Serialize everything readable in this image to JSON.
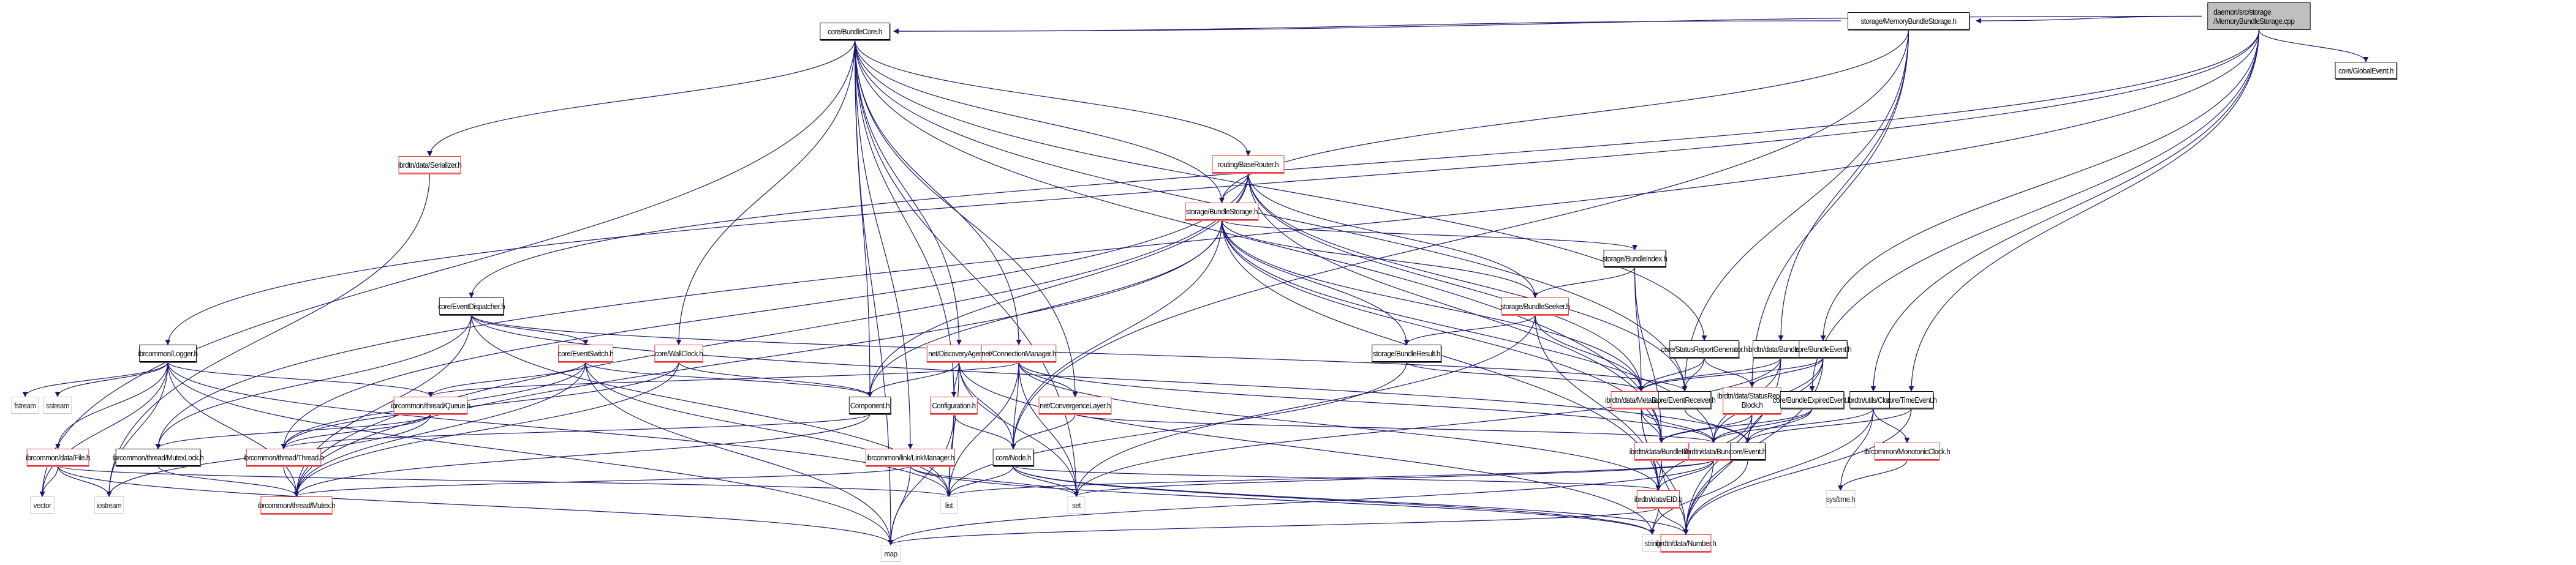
{
  "graph": {
    "title": "daemon/src/storage/MemoryBundleStorage.cpp include dependency graph",
    "edge_color": "#191970",
    "style_colors": {
      "root_fill": "#bfbfbf",
      "documented_border": "#000000",
      "undocumented_border": "#e0302f",
      "system_border": "#c8c8c8"
    },
    "nodes": [
      {
        "id": "root",
        "label": "daemon/src/storage\n/MemoryBundleStorage.cpp",
        "style": "root"
      },
      {
        "id": "mbs",
        "label": "storage/MemoryBundleStorage.h",
        "style": "black"
      },
      {
        "id": "core",
        "label": "core/BundleCore.h",
        "style": "black"
      },
      {
        "id": "globalevent",
        "label": "core/GlobalEvent.h",
        "style": "black"
      },
      {
        "id": "router",
        "label": "routing/BaseRouter.h",
        "style": "red"
      },
      {
        "id": "serializer",
        "label": "ibrdtn/data/Serializer.h",
        "style": "red"
      },
      {
        "id": "bstorage",
        "label": "storage/BundleStorage.h",
        "style": "red"
      },
      {
        "id": "dispatcher",
        "label": "core/EventDispatcher.h",
        "style": "black"
      },
      {
        "id": "bindex",
        "label": "storage/BundleIndex.h",
        "style": "black"
      },
      {
        "id": "bseeker",
        "label": "storage/BundleSeeker.h",
        "style": "red"
      },
      {
        "id": "logger",
        "label": "ibrcommon/Logger.h",
        "style": "black"
      },
      {
        "id": "evswitch",
        "label": "core/EventSwitch.h",
        "style": "red"
      },
      {
        "id": "wallclock",
        "label": "core/WallClock.h",
        "style": "red"
      },
      {
        "id": "discovery",
        "label": "net/DiscoveryAgent.h",
        "style": "red"
      },
      {
        "id": "connmgr",
        "label": "net/ConnectionManager.h",
        "style": "red"
      },
      {
        "id": "bresult",
        "label": "storage/BundleResult.h",
        "style": "black"
      },
      {
        "id": "srgen",
        "label": "core/StatusReportGenerator.h",
        "style": "black"
      },
      {
        "id": "blist",
        "label": "ibrdtn/data/BundleList.h",
        "style": "black"
      },
      {
        "id": "bevent",
        "label": "core/BundleEvent.h",
        "style": "black"
      },
      {
        "id": "fstream",
        "label": "fstream",
        "style": "gray"
      },
      {
        "id": "sstream",
        "label": "sstream",
        "style": "gray"
      },
      {
        "id": "queue",
        "label": "ibrcommon/thread/Queue.h",
        "style": "red"
      },
      {
        "id": "component",
        "label": "Component.h",
        "style": "black"
      },
      {
        "id": "config",
        "label": "Configuration.h",
        "style": "red"
      },
      {
        "id": "convlayer",
        "label": "net/ConvergenceLayer.h",
        "style": "red"
      },
      {
        "id": "metabundle",
        "label": "ibrdtn/data/MetaBundle.h",
        "style": "red"
      },
      {
        "id": "evreceiver",
        "label": "core/EventReceiver.h",
        "style": "black"
      },
      {
        "id": "srblock",
        "label": "ibrdtn/data/StatusReport\nBlock.h",
        "style": "red"
      },
      {
        "id": "bexpired",
        "label": "core/BundleExpiredEvent.h",
        "style": "black"
      },
      {
        "id": "clock",
        "label": "ibrdtn/utils/Clock.h",
        "style": "black"
      },
      {
        "id": "timeevent",
        "label": "core/TimeEvent.h",
        "style": "black"
      },
      {
        "id": "file",
        "label": "ibrcommon/data/File.h",
        "style": "red"
      },
      {
        "id": "mutexlock",
        "label": "ibrcommon/thread/MutexLock.h",
        "style": "black"
      },
      {
        "id": "thread",
        "label": "ibrcommon/thread/Thread.h",
        "style": "red"
      },
      {
        "id": "linkmgr",
        "label": "ibrcommon/link/LinkManager.h",
        "style": "red"
      },
      {
        "id": "node",
        "label": "core/Node.h",
        "style": "black"
      },
      {
        "id": "bundleid",
        "label": "ibrdtn/data/BundleID.h",
        "style": "red"
      },
      {
        "id": "bundle",
        "label": "ibrdtn/data/Bundle.h",
        "style": "red"
      },
      {
        "id": "event",
        "label": "core/Event.h",
        "style": "black"
      },
      {
        "id": "monoclock",
        "label": "ibrcommon/MonotonicClock.h",
        "style": "red"
      },
      {
        "id": "vector",
        "label": "vector",
        "style": "gray"
      },
      {
        "id": "iostream",
        "label": "iostream",
        "style": "gray"
      },
      {
        "id": "mutex",
        "label": "ibrcommon/thread/Mutex.h",
        "style": "red"
      },
      {
        "id": "list",
        "label": "list",
        "style": "gray"
      },
      {
        "id": "set",
        "label": "set",
        "style": "gray"
      },
      {
        "id": "eid",
        "label": "ibrdtn/data/EID.h",
        "style": "red"
      },
      {
        "id": "systime",
        "label": "sys/time.h",
        "style": "gray"
      },
      {
        "id": "map",
        "label": "map",
        "style": "gray"
      },
      {
        "id": "string",
        "label": "string",
        "style": "gray"
      },
      {
        "id": "number",
        "label": "ibrdtn/data/Number.h",
        "style": "red"
      }
    ],
    "edges": [
      [
        "root",
        "mbs"
      ],
      [
        "root",
        "core"
      ],
      [
        "root",
        "globalevent"
      ],
      [
        "root",
        "dispatcher"
      ],
      [
        "root",
        "logger"
      ],
      [
        "root",
        "mutexlock"
      ],
      [
        "root",
        "bevent"
      ],
      [
        "root",
        "clock"
      ],
      [
        "root",
        "timeevent"
      ],
      [
        "root",
        "bexpired"
      ],
      [
        "mbs",
        "core"
      ],
      [
        "mbs",
        "bstorage"
      ],
      [
        "mbs",
        "blist"
      ],
      [
        "mbs",
        "srblock"
      ],
      [
        "mbs",
        "evreceiver"
      ],
      [
        "mbs",
        "node"
      ],
      [
        "core",
        "router"
      ],
      [
        "core",
        "serializer"
      ],
      [
        "core",
        "bstorage"
      ],
      [
        "core",
        "wallclock"
      ],
      [
        "core",
        "discovery"
      ],
      [
        "core",
        "connmgr"
      ],
      [
        "core",
        "srgen"
      ],
      [
        "core",
        "component"
      ],
      [
        "core",
        "linkmgr"
      ],
      [
        "core",
        "config"
      ],
      [
        "core",
        "convlayer"
      ],
      [
        "core",
        "evreceiver"
      ],
      [
        "core",
        "set"
      ],
      [
        "core",
        "map"
      ],
      [
        "core",
        "vector"
      ],
      [
        "core",
        "bundleid"
      ],
      [
        "router",
        "bstorage"
      ],
      [
        "router",
        "bseeker"
      ],
      [
        "router",
        "metabundle"
      ],
      [
        "router",
        "evreceiver"
      ],
      [
        "router",
        "component"
      ],
      [
        "router",
        "thread"
      ],
      [
        "router",
        "mutex"
      ],
      [
        "router",
        "bundleid"
      ],
      [
        "serializer",
        "iostream"
      ],
      [
        "bstorage",
        "bindex"
      ],
      [
        "bstorage",
        "bseeker"
      ],
      [
        "bstorage",
        "bresult"
      ],
      [
        "bstorage",
        "metabundle"
      ],
      [
        "bstorage",
        "bundleid"
      ],
      [
        "bstorage",
        "bundle"
      ],
      [
        "bstorage",
        "eid"
      ],
      [
        "bstorage",
        "node"
      ],
      [
        "bstorage",
        "mutex"
      ],
      [
        "bstorage",
        "component"
      ],
      [
        "dispatcher",
        "evswitch"
      ],
      [
        "dispatcher",
        "evreceiver"
      ],
      [
        "dispatcher",
        "mutexlock"
      ],
      [
        "dispatcher",
        "list"
      ],
      [
        "dispatcher",
        "event"
      ],
      [
        "dispatcher",
        "mutex"
      ],
      [
        "bindex",
        "bseeker"
      ],
      [
        "bindex",
        "metabundle"
      ],
      [
        "bindex",
        "bundleid"
      ],
      [
        "bseeker",
        "bresult"
      ],
      [
        "bseeker",
        "metabundle"
      ],
      [
        "bseeker",
        "set"
      ],
      [
        "bseeker",
        "eid"
      ],
      [
        "logger",
        "fstream"
      ],
      [
        "logger",
        "sstream"
      ],
      [
        "logger",
        "queue"
      ],
      [
        "logger",
        "file"
      ],
      [
        "logger",
        "iostream"
      ],
      [
        "logger",
        "vector"
      ],
      [
        "logger",
        "mutex"
      ],
      [
        "logger",
        "list"
      ],
      [
        "logger",
        "map"
      ],
      [
        "evswitch",
        "component"
      ],
      [
        "evswitch",
        "queue"
      ],
      [
        "evswitch",
        "thread"
      ],
      [
        "evswitch",
        "mutex"
      ],
      [
        "evswitch",
        "list"
      ],
      [
        "evswitch",
        "map"
      ],
      [
        "wallclock",
        "component"
      ],
      [
        "wallclock",
        "thread"
      ],
      [
        "wallclock",
        "mutex"
      ],
      [
        "discovery",
        "config"
      ],
      [
        "discovery",
        "node"
      ],
      [
        "discovery",
        "list"
      ],
      [
        "discovery",
        "set"
      ],
      [
        "discovery",
        "string"
      ],
      [
        "discovery",
        "component"
      ],
      [
        "connmgr",
        "convlayer"
      ],
      [
        "connmgr",
        "node"
      ],
      [
        "connmgr",
        "set"
      ],
      [
        "connmgr",
        "list"
      ],
      [
        "connmgr",
        "bundle"
      ],
      [
        "connmgr",
        "queue"
      ],
      [
        "connmgr",
        "eid"
      ],
      [
        "bresult",
        "metabundle"
      ],
      [
        "bresult",
        "list"
      ],
      [
        "srgen",
        "evreceiver"
      ],
      [
        "srgen",
        "metabundle"
      ],
      [
        "srgen",
        "srblock"
      ],
      [
        "blist",
        "metabundle"
      ],
      [
        "blist",
        "bundle"
      ],
      [
        "blist",
        "set"
      ],
      [
        "blist",
        "number"
      ],
      [
        "bevent",
        "event"
      ],
      [
        "bevent",
        "bundle"
      ],
      [
        "bevent",
        "srblock"
      ],
      [
        "bevent",
        "metabundle"
      ],
      [
        "bevent",
        "number"
      ],
      [
        "queue",
        "thread"
      ],
      [
        "queue",
        "mutexlock"
      ],
      [
        "queue",
        "iostream"
      ],
      [
        "component",
        "thread"
      ],
      [
        "component",
        "mutex"
      ],
      [
        "config",
        "node"
      ],
      [
        "config",
        "list"
      ],
      [
        "config",
        "map"
      ],
      [
        "convlayer",
        "node"
      ],
      [
        "convlayer",
        "bundle"
      ],
      [
        "metabundle",
        "bundle"
      ],
      [
        "metabundle",
        "bundleid"
      ],
      [
        "metabundle",
        "eid"
      ],
      [
        "metabundle",
        "number"
      ],
      [
        "evreceiver",
        "event"
      ],
      [
        "srblock",
        "eid"
      ],
      [
        "srblock",
        "bundleid"
      ],
      [
        "srblock",
        "number"
      ],
      [
        "bexpired",
        "event"
      ],
      [
        "bexpired",
        "bundle"
      ],
      [
        "bexpired",
        "bundleid"
      ],
      [
        "clock",
        "monoclock"
      ],
      [
        "clock",
        "systime"
      ],
      [
        "clock",
        "bundle"
      ],
      [
        "clock",
        "number"
      ],
      [
        "timeevent",
        "event"
      ],
      [
        "timeevent",
        "number"
      ],
      [
        "file",
        "vector"
      ],
      [
        "file",
        "iostream"
      ],
      [
        "file",
        "list"
      ],
      [
        "file",
        "map"
      ],
      [
        "mutexlock",
        "mutex"
      ],
      [
        "thread",
        "mutex"
      ],
      [
        "linkmgr",
        "map"
      ],
      [
        "linkmgr",
        "set"
      ],
      [
        "linkmgr",
        "string"
      ],
      [
        "linkmgr",
        "mutex"
      ],
      [
        "node",
        "list"
      ],
      [
        "node",
        "set"
      ],
      [
        "node",
        "eid"
      ],
      [
        "node",
        "string"
      ],
      [
        "node",
        "number"
      ],
      [
        "bundleid",
        "eid"
      ],
      [
        "bundleid",
        "number"
      ],
      [
        "bundle",
        "eid"
      ],
      [
        "bundle",
        "number"
      ],
      [
        "bundle",
        "list"
      ],
      [
        "bundle",
        "map"
      ],
      [
        "bundle",
        "set"
      ],
      [
        "event",
        "string"
      ],
      [
        "monoclock",
        "systime"
      ],
      [
        "eid",
        "string"
      ],
      [
        "eid",
        "number"
      ],
      [
        "eid",
        "map"
      ]
    ]
  }
}
